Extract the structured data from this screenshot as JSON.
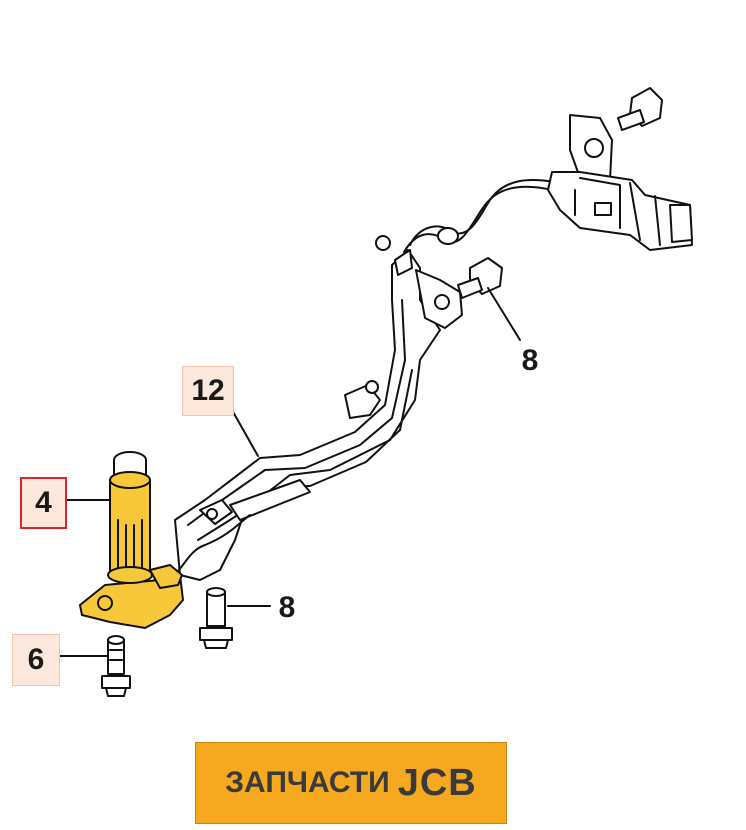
{
  "callouts": {
    "c4": "4",
    "c6": "6",
    "c8_top": "8",
    "c8_bottom": "8",
    "c12": "12"
  },
  "brand": {
    "text": "ЗАПЧАСТИ",
    "mark": "JCB"
  },
  "colors": {
    "highlight_part": "#f6c83a",
    "callout_bg": "#fbe7dc",
    "callout_border_selected": "#d9262c",
    "brand_bg": "#f6a81f"
  }
}
